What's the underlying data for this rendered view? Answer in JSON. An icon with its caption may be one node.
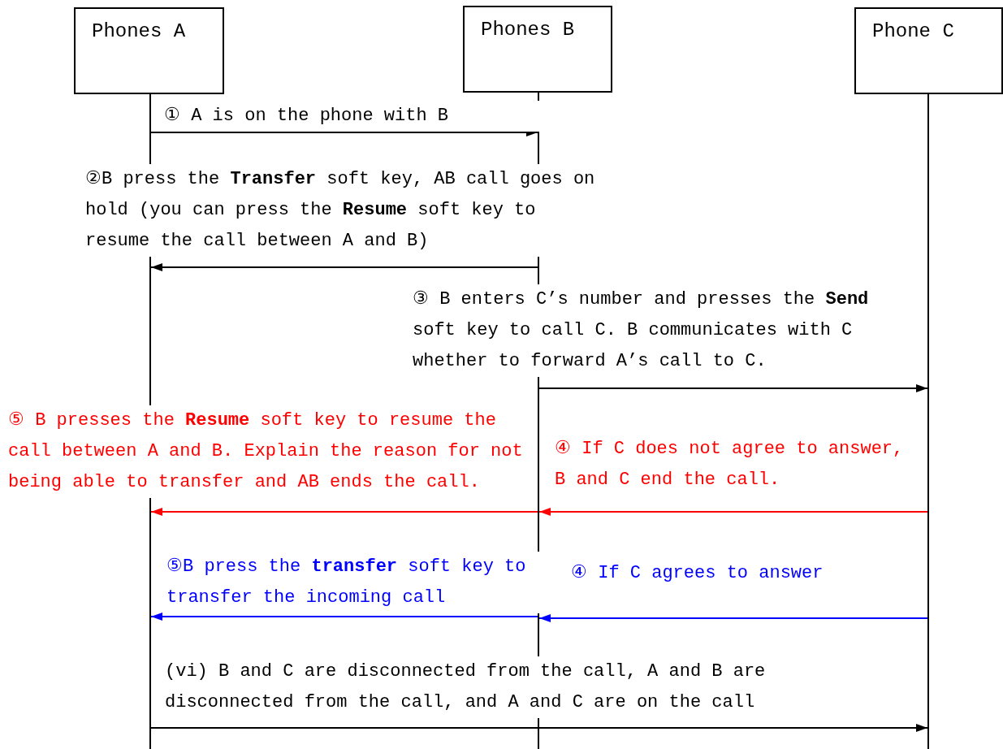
{
  "diagram": {
    "nodes": [
      {
        "text": [
          "Phones A"
        ]
      },
      {
        "text": [
          "Phones B"
        ]
      },
      {
        "text": [
          "Phone C"
        ]
      }
    ],
    "edges": [
      {
        "from": 0,
        "to": 1,
        "arrow": "to",
        "label": "① A is on the phone with B"
      },
      {
        "from": 1,
        "to": 0,
        "arrow": "to",
        "label": "②B press the **Transfer** soft key, AB call goes on hold (you can press the **Resume** soft key to resume the call between A and B)"
      },
      {
        "from": 1,
        "to": 2,
        "arrow": "to",
        "label": "③ B enters C’s number and presses the **Send** soft key to call C. B communicates with C whether to forward A’s call to C."
      },
      {
        "from": 2,
        "to": 1,
        "arrow": "to",
        "label": "④ If C does not agree to answer, B and C end the call.",
        "color": "#ff0000"
      },
      {
        "from": 1,
        "to": 0,
        "arrow": "to",
        "label": "⑤ B presses the **Resume** soft key to resume the call between A and B. Explain the reason for not being able to transfer and AB ends the call.",
        "color": "#ff0000"
      },
      {
        "from": 2,
        "to": 1,
        "arrow": "to",
        "label": "④ If C agrees to answer",
        "color": "#0000ff"
      },
      {
        "from": 1,
        "to": 0,
        "arrow": "to",
        "label": "⑤B press the **transfer** soft key to transfer the incoming call",
        "color": "#0000ff"
      },
      {
        "from": 0,
        "to": 2,
        "arrow": "to",
        "label": "(vi) B and C are disconnected from the call, A and B are disconnected from the call, and A and C are on the call"
      }
    ]
  }
}
